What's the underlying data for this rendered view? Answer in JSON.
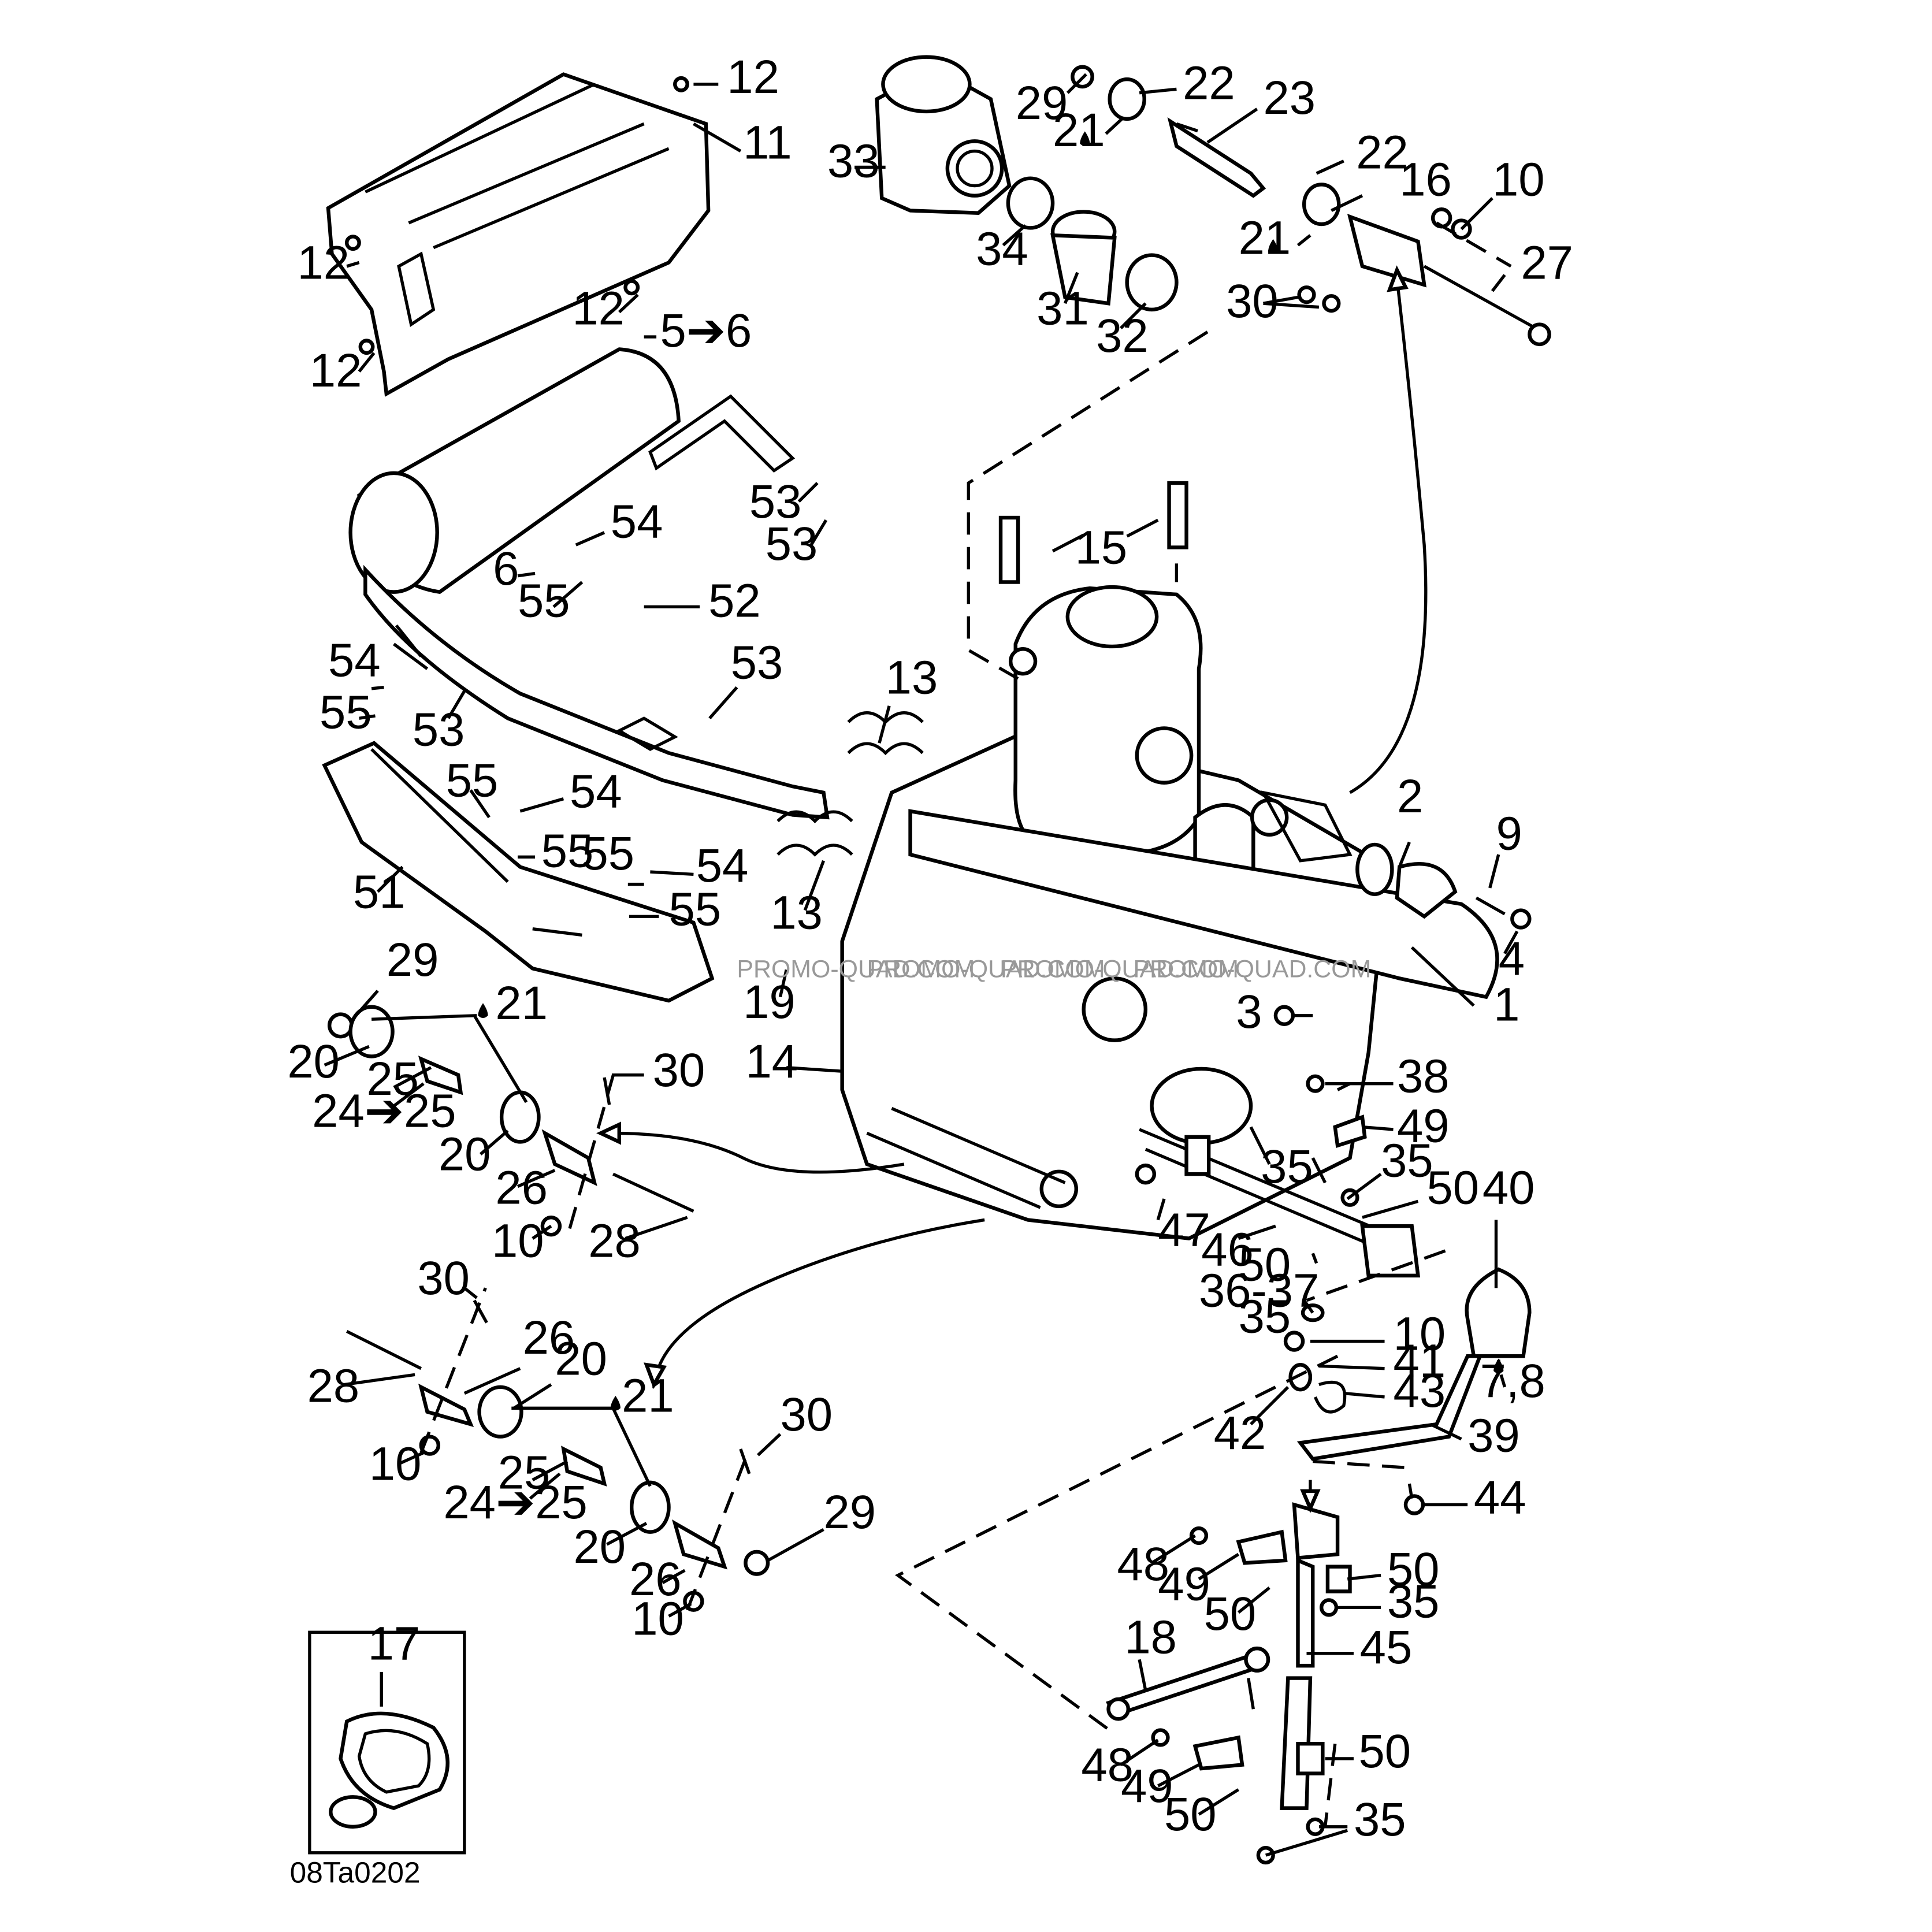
{
  "diagram": {
    "reference": "08Ta0202",
    "watermark": "PROMO-QUAD.COM",
    "callouts": {
      "c12": "12",
      "c11": "11",
      "c56": "5➔6",
      "c6": "6",
      "c54": "54",
      "c55": "55",
      "c52": "52",
      "c53": "53",
      "c51": "51",
      "c13": "13",
      "c15": "15",
      "c14": "14",
      "c1": "1",
      "c2": "2",
      "c3": "3",
      "c4": "4",
      "c9": "9",
      "c16": "16",
      "c17": "17",
      "c18": "18",
      "c19": "19",
      "c20": "20",
      "c21": "21",
      "c22": "22",
      "c23": "23",
      "c2425": "24➔25",
      "c25": "25",
      "c26": "26",
      "c27": "27",
      "c28": "28",
      "c29": "29",
      "c30": "30",
      "c31": "31",
      "c32": "32",
      "c33": "33",
      "c34": "34",
      "c35": "35",
      "c3637": "36-37",
      "c38": "38",
      "c39": "39",
      "c40": "40",
      "c41": "41",
      "c42": "42",
      "c43": "43",
      "c44": "44",
      "c45": "45",
      "c46": "46",
      "c47": "47",
      "c48": "48",
      "c49": "49",
      "c50": "50",
      "c10": "10",
      "c78": "7,8"
    }
  }
}
